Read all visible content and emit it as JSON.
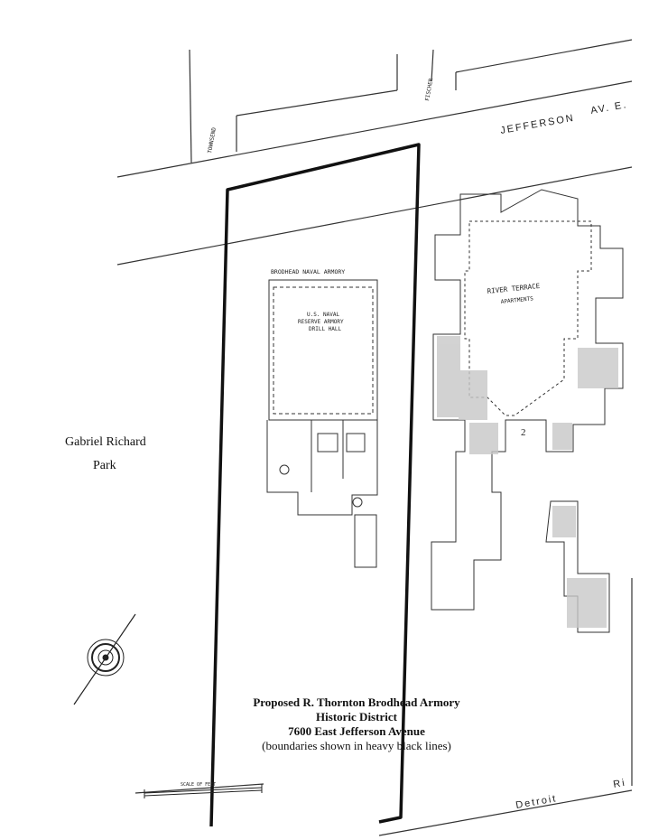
{
  "streets": {
    "jefferson": "JEFFERSON",
    "jefferson_suffix": "AV. E.",
    "detroit_river": "Detroit",
    "detroit_river_end": "Ri",
    "townsend": "TOWNSEND",
    "fischer": "FISCHER"
  },
  "buildings": {
    "armory_title": "BRODHEAD NAVAL ARMORY",
    "armory_line1": "U.S. NAVAL",
    "armory_line2": "RESERVE ARMORY",
    "armory_line3": "DRILL HALL",
    "river_terrace_title": "RIVER TERRACE",
    "river_terrace_sub": "APARTMENTS",
    "lot_number": "2"
  },
  "park": {
    "line1": "Gabriel Richard",
    "line2": "Park"
  },
  "scale": {
    "label": "SCALE OF FEET"
  },
  "caption": {
    "line1": "Proposed R. Thornton Brodhead Armory",
    "line2": "Historic District",
    "line3": "7600 East Jefferson Avenue",
    "line4": "(boundaries shown in heavy black lines)"
  }
}
